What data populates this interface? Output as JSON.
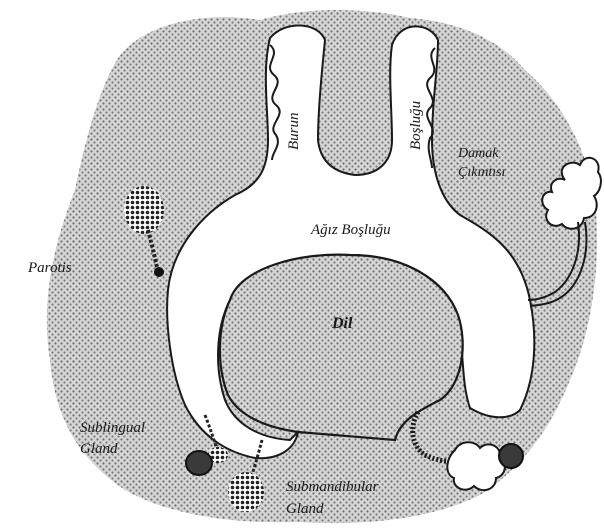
{
  "labels": {
    "burun": "Burun",
    "bosluklu": "Boşluğu",
    "damak_line1": "Damak",
    "damak_line2": "Çıkıntısı",
    "agiz": "Ağız Boşluğu",
    "dil": "Dil",
    "parotis": "Parotis",
    "sublingual_line1": "Sublingual",
    "sublingual_line2": "Gland",
    "submandibular_line1": "Submandibular",
    "submandibular_line2": "Gland"
  },
  "colors": {
    "stipple_fill": "#9a9a9a",
    "outline": "#1a1a1a",
    "cavity_fill": "#ffffff",
    "gland_fill": "#3a3a3a"
  }
}
